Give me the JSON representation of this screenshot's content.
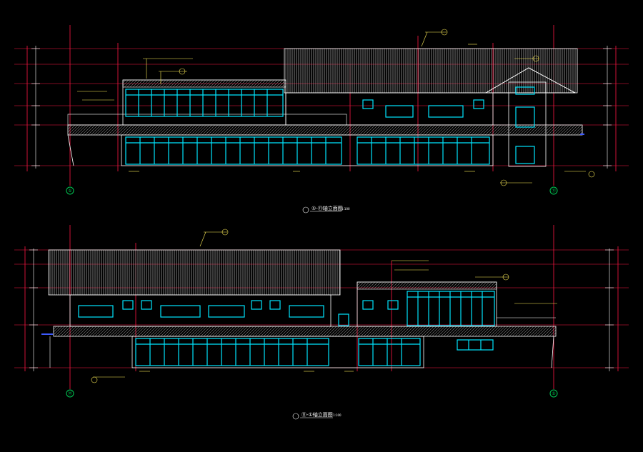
{
  "drawings": [
    {
      "title": "①-⑪轴立面图",
      "scale": "1:100",
      "grid_left": "①",
      "grid_right": "⑪"
    },
    {
      "title": "⑪-①轴立面图",
      "scale": "1:100",
      "grid_left": "⑪",
      "grid_right": "①"
    }
  ],
  "colors": {
    "background": "#000000",
    "wall_outline": "#ffffff",
    "glazing": "#00e5ff",
    "grid_lines": "#ff1744",
    "grid_bubble": "#00c853",
    "annotation": "#ffee58",
    "roof_hatch": "#b0b0b0",
    "accent": "#3d5afe"
  }
}
